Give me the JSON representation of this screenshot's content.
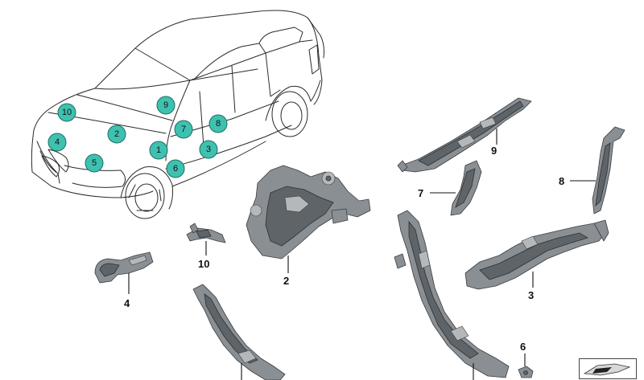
{
  "markers": [
    {
      "id": "10",
      "label": "10"
    },
    {
      "id": "9",
      "label": "9"
    },
    {
      "id": "2",
      "label": "2"
    },
    {
      "id": "4",
      "label": "4"
    },
    {
      "id": "7",
      "label": "7"
    },
    {
      "id": "8",
      "label": "8"
    },
    {
      "id": "1",
      "label": "1"
    },
    {
      "id": "3",
      "label": "3"
    },
    {
      "id": "5",
      "label": "5"
    },
    {
      "id": "6",
      "label": "6"
    }
  ],
  "part_labels": {
    "p9": "9",
    "p8": "8",
    "p7": "7",
    "p10": "10",
    "p2": "2",
    "p3": "3",
    "p4": "4",
    "p6": "6"
  }
}
